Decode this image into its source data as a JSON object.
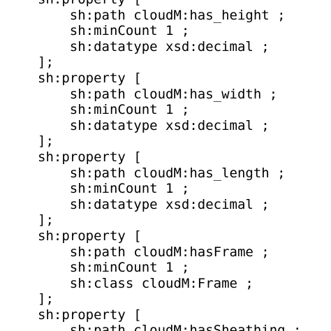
{
  "editor": {
    "lines": [
      "sh:property [",
      "    sh:path cloudM:has_height ;",
      "    sh:minCount 1 ;",
      "    sh:datatype xsd:decimal ;",
      "];",
      "sh:property [",
      "    sh:path cloudM:has_width ;",
      "    sh:minCount 1 ;",
      "    sh:datatype xsd:decimal ;",
      "];",
      "sh:property [",
      "    sh:path cloudM:has_length ;",
      "    sh:minCount 1 ;",
      "    sh:datatype xsd:decimal ;",
      "];",
      "sh:property [",
      "    sh:path cloudM:hasFrame ;",
      "    sh:minCount 1 ;",
      "    sh:class cloudM:Frame ;",
      "];",
      "sh:property [",
      "    sh:path cloudM:hasSheathing ;"
    ]
  }
}
